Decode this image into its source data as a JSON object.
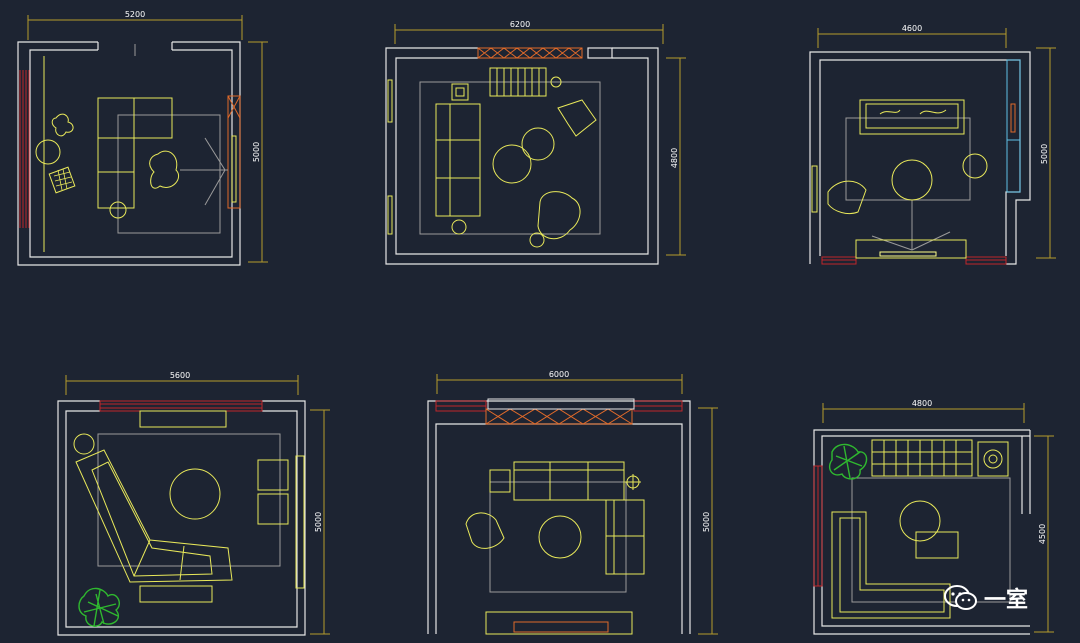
{
  "plans": [
    {
      "id": "plan-1",
      "width_label": "5200",
      "height_label": "5000"
    },
    {
      "id": "plan-2",
      "width_label": "6200",
      "height_label": "4800"
    },
    {
      "id": "plan-3",
      "width_label": "4600",
      "height_label": "5000"
    },
    {
      "id": "plan-4",
      "width_label": "5600",
      "height_label": "5000"
    },
    {
      "id": "plan-5",
      "width_label": "6000",
      "height_label": "5000"
    },
    {
      "id": "plan-6",
      "width_label": "4800",
      "height_label": "4500"
    }
  ],
  "watermark": {
    "text": "一室",
    "icon": "wechat-icon"
  },
  "colors": {
    "background": "#1d2432",
    "wall": "#e6e6e6",
    "furniture": "#e8e85a",
    "dimension": "#b59b2c",
    "rug": "#9a9a9a",
    "window": "#c0262b",
    "glass": "#5fc0e6",
    "plant": "#2fb82f",
    "cabinet": "#e06a2a"
  }
}
